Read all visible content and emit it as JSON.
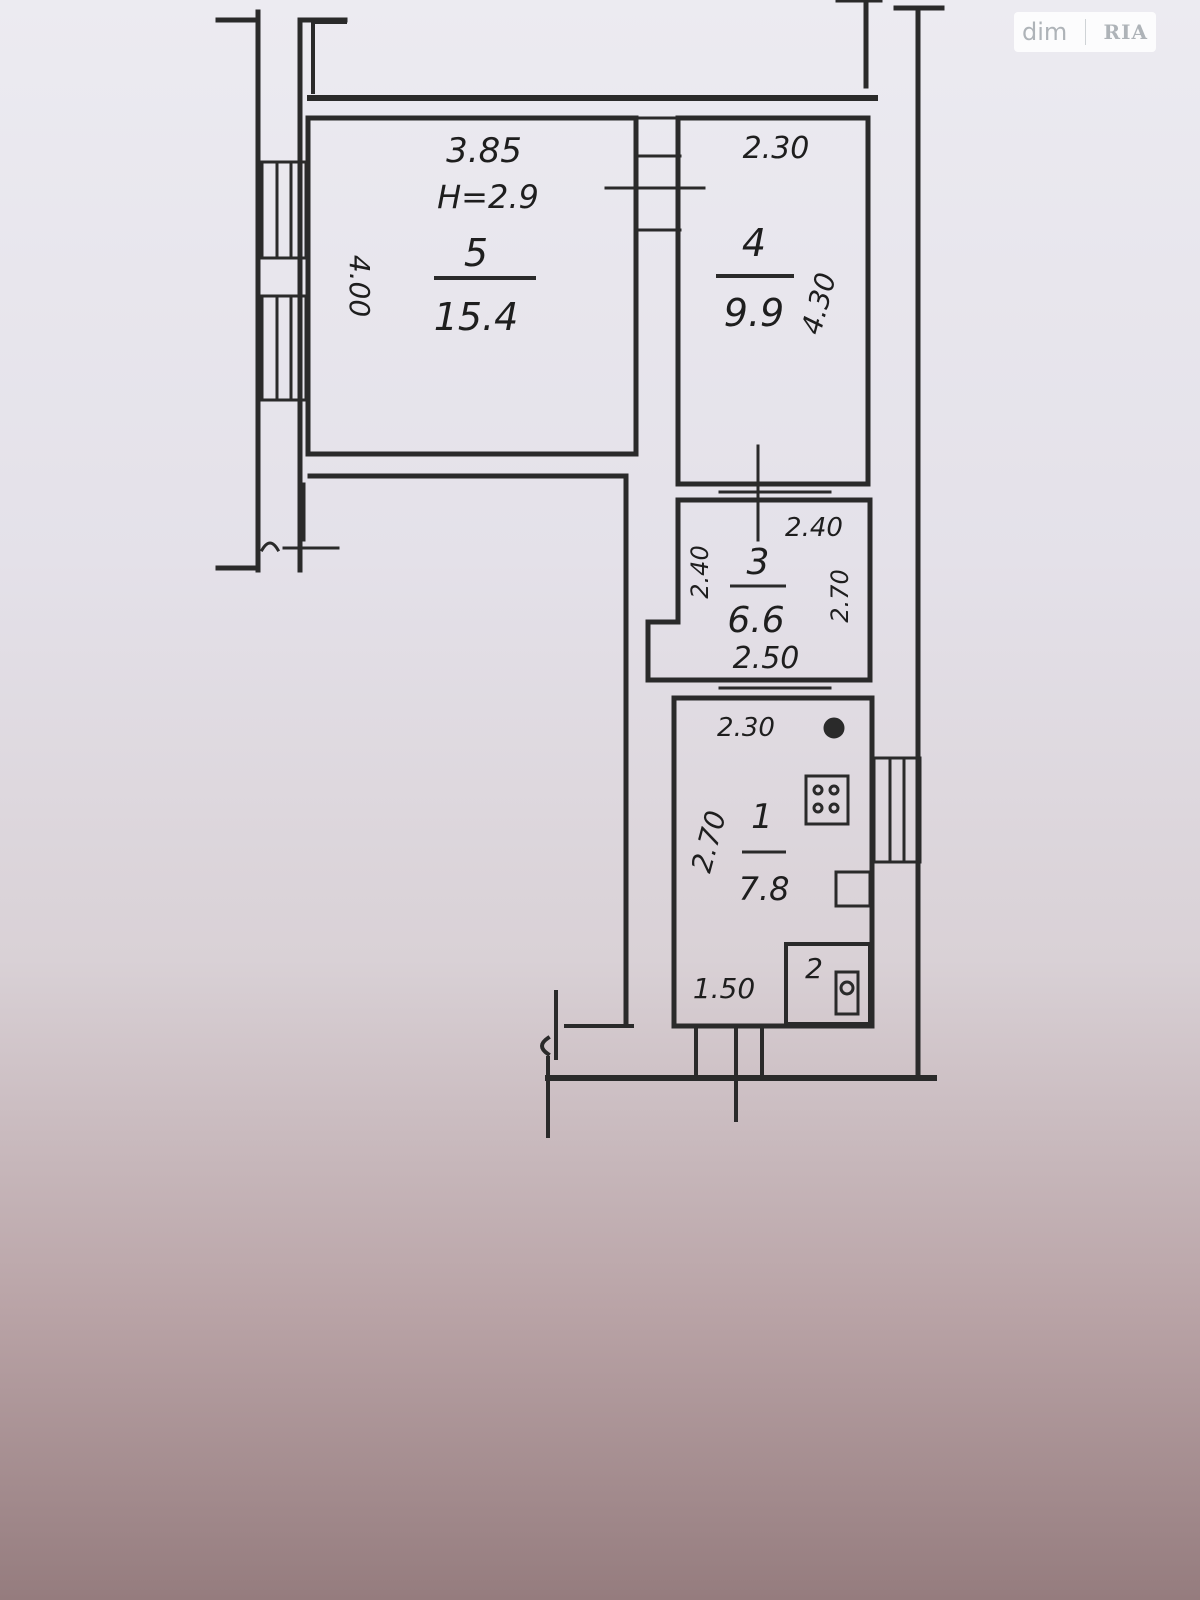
{
  "watermark": {
    "left": "dim",
    "right": "RIA"
  },
  "rooms": [
    {
      "number": "5",
      "area": "15.4",
      "width": "3.85",
      "height_label": "H=2.9",
      "side": "4.00"
    },
    {
      "number": "4",
      "area": "9.9",
      "width": "2.30",
      "side": "4.30"
    },
    {
      "number": "3",
      "area": "6.6",
      "width_top": "2.40",
      "width_bottom": "2.50",
      "side_left": "2.40",
      "side_right": "2.70"
    },
    {
      "number": "1",
      "area": "7.8",
      "width": "2.30",
      "side": "2.70"
    },
    {
      "number": "2",
      "width": "1.50"
    }
  ]
}
